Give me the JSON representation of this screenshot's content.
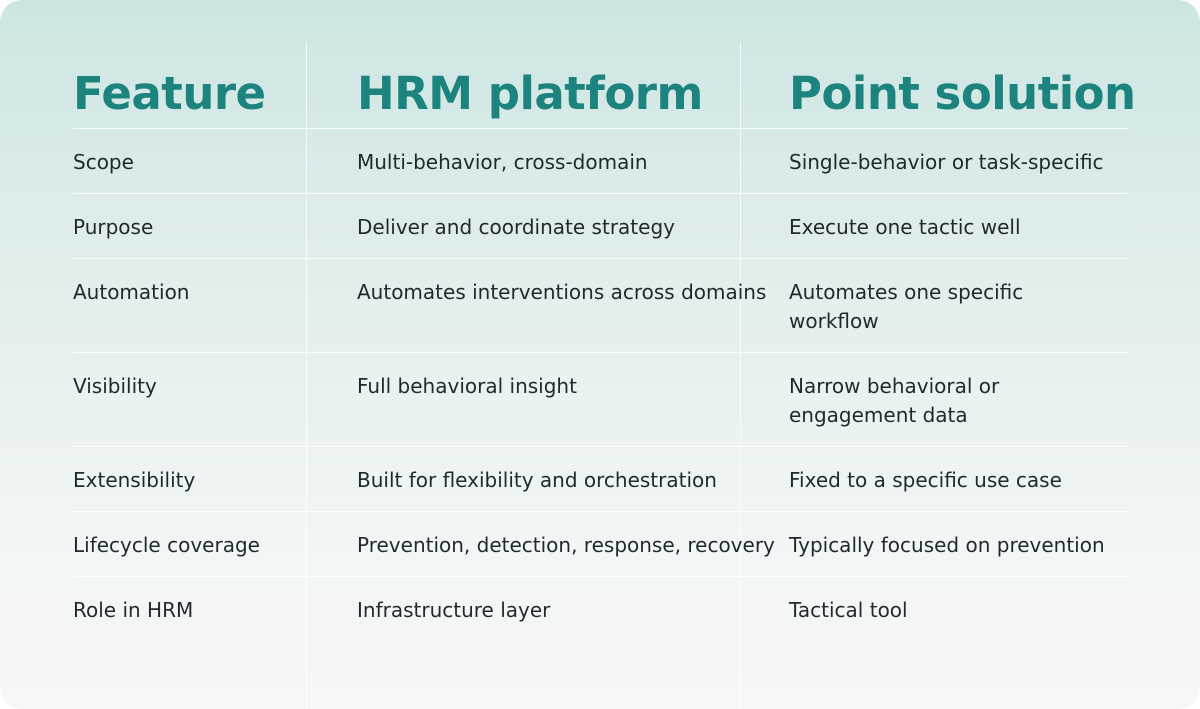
{
  "headers": [
    "Feature",
    "HRM platform",
    "Point solution"
  ],
  "rows": [
    {
      "feature": "Scope",
      "hrm": "Multi-behavior, cross-domain",
      "point": "Single-behavior or task-specific"
    },
    {
      "feature": "Purpose",
      "hrm": "Deliver and coordinate strategy",
      "point": "Execute one tactic well"
    },
    {
      "feature": "Automation",
      "hrm": "Automates interventions across domains",
      "point": "Automates one specific workflow"
    },
    {
      "feature": "Visibility",
      "hrm": "Full behavioral insight",
      "point": "Narrow behavioral or engagement data"
    },
    {
      "feature": "Extensibility",
      "hrm": "Built for flexibility and orchestration",
      "point": "Fixed to a specific use case"
    },
    {
      "feature": "Lifecycle coverage",
      "hrm": "Prevention, detection, response, recovery",
      "point": "Typically focused on prevention"
    },
    {
      "feature": "Role in HRM",
      "hrm": "Infrastructure layer",
      "point": "Tactical tool"
    }
  ],
  "colors": {
    "header": "#1d837e",
    "text": "#1f2a2f",
    "background_top": "#cde6e3",
    "background_bottom": "#f6f7f7"
  }
}
